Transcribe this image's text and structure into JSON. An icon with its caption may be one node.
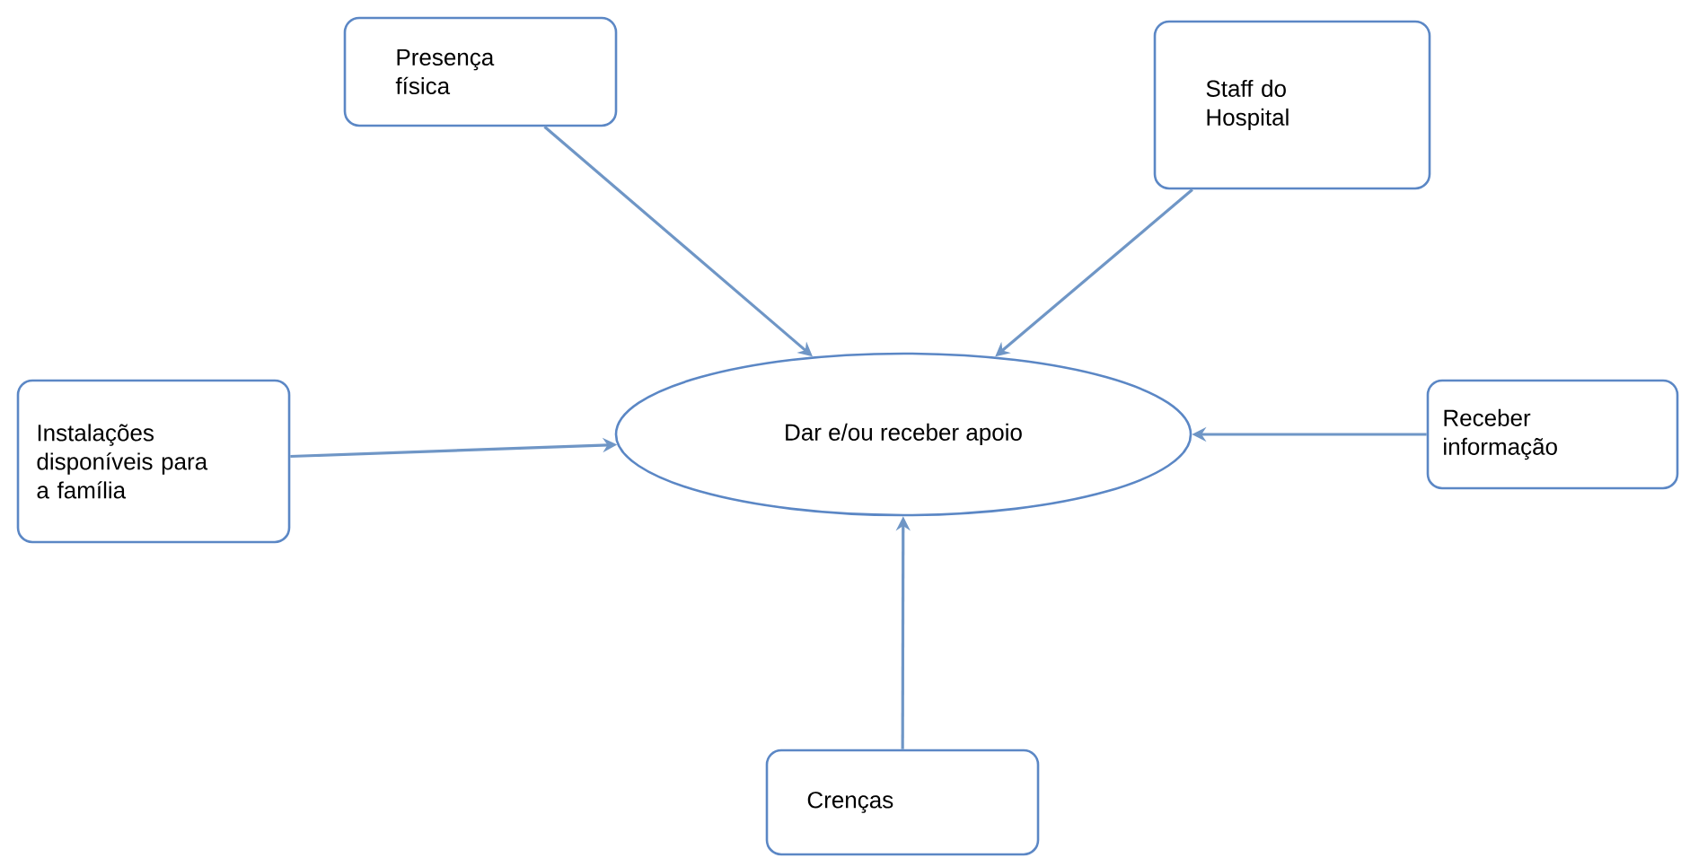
{
  "diagram": {
    "nodes": [
      {
        "text": [
          "Presença física"
        ]
      },
      {
        "text": [
          "Staff do Hospital"
        ]
      },
      {
        "text": [
          "Dar e/ou receber apoio"
        ]
      },
      {
        "text": [
          "Instalações disponíveis para a família"
        ]
      },
      {
        "text": [
          "Receber informação"
        ]
      },
      {
        "text": [
          "Crenças"
        ]
      }
    ],
    "edges": [
      {
        "from": 0,
        "to": 2,
        "arrow": "to"
      },
      {
        "from": 1,
        "to": 2,
        "arrow": "to"
      },
      {
        "from": 3,
        "to": 2,
        "arrow": "to"
      },
      {
        "from": 4,
        "to": 2,
        "arrow": "to"
      },
      {
        "from": 5,
        "to": 2,
        "arrow": "to"
      }
    ]
  }
}
